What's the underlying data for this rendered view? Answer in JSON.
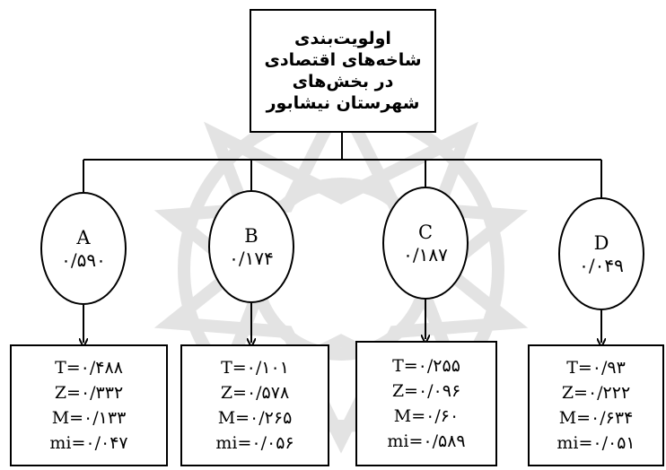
{
  "root": {
    "lines": [
      "اولویت‌بندی",
      "شاخه‌های اقتصادی",
      "در بخش‌های",
      "شهرستان نیشابور"
    ]
  },
  "nodes": [
    {
      "label": "A",
      "weight": "۰/۵۹۰"
    },
    {
      "label": "B",
      "weight": "۰/۱۷۴"
    },
    {
      "label": "C",
      "weight": "۰/۱۸۷"
    },
    {
      "label": "D",
      "weight": "۰/۰۴۹"
    }
  ],
  "scores": [
    {
      "T": "T=۰/۴۸۸",
      "Z": "Z=۰/۳۳۲",
      "M": "M=۰/۱۳۳",
      "mi": "mi=۰/۰۴۷"
    },
    {
      "T": "T=۰/۱۰۱",
      "Z": "Z=۰/۵۷۸",
      "M": "M=۰/۲۶۵",
      "mi": "mi=۰/۰۵۶"
    },
    {
      "T": "T=۰/۲۵۵",
      "Z": "Z=۰/۰۹۶",
      "M": "M=۰/۶۰",
      "mi": "mi=۰/۵۸۹"
    },
    {
      "T": "T=۰/۹۳",
      "Z": "Z=۰/۲۲۲",
      "M": "M=۰/۶۳۴",
      "mi": "mi=۰/۰۵۱"
    }
  ],
  "colors": {
    "stroke": "#000000",
    "watermark": "#d9d9d9"
  }
}
